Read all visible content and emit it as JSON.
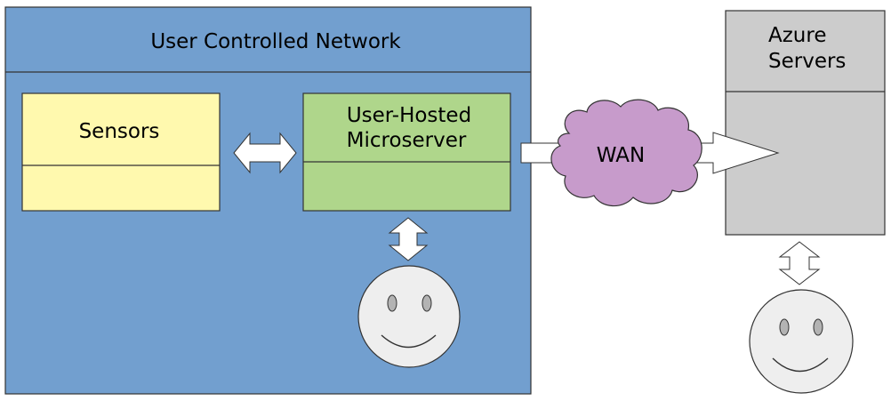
{
  "network": {
    "title": "User Controlled Network",
    "color": "#729fcf"
  },
  "sensors": {
    "label": "Sensors",
    "color": "#fff9ae"
  },
  "microserver": {
    "label_line1": "User-Hosted",
    "label_line2": "Microserver",
    "color": "#afd68b"
  },
  "wan": {
    "label": "WAN",
    "color": "#c79bcb"
  },
  "azure": {
    "label_line1": "Azure",
    "label_line2": "Servers",
    "color": "#cccccc"
  },
  "users": [
    {
      "name": "local-user",
      "icon": "smiley-face-icon"
    },
    {
      "name": "azure-user",
      "icon": "smiley-face-icon"
    }
  ]
}
